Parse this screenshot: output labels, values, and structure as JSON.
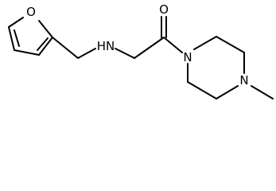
{
  "molecule": {
    "atoms": {
      "furan_oxygen": "O",
      "amine_nh": "HN",
      "carbonyl_oxygen": "O",
      "piperazine_n1": "N",
      "piperazine_n4": "N"
    },
    "colors": {
      "bond": "#000000",
      "label": "#000000",
      "background": "#ffffff"
    }
  }
}
